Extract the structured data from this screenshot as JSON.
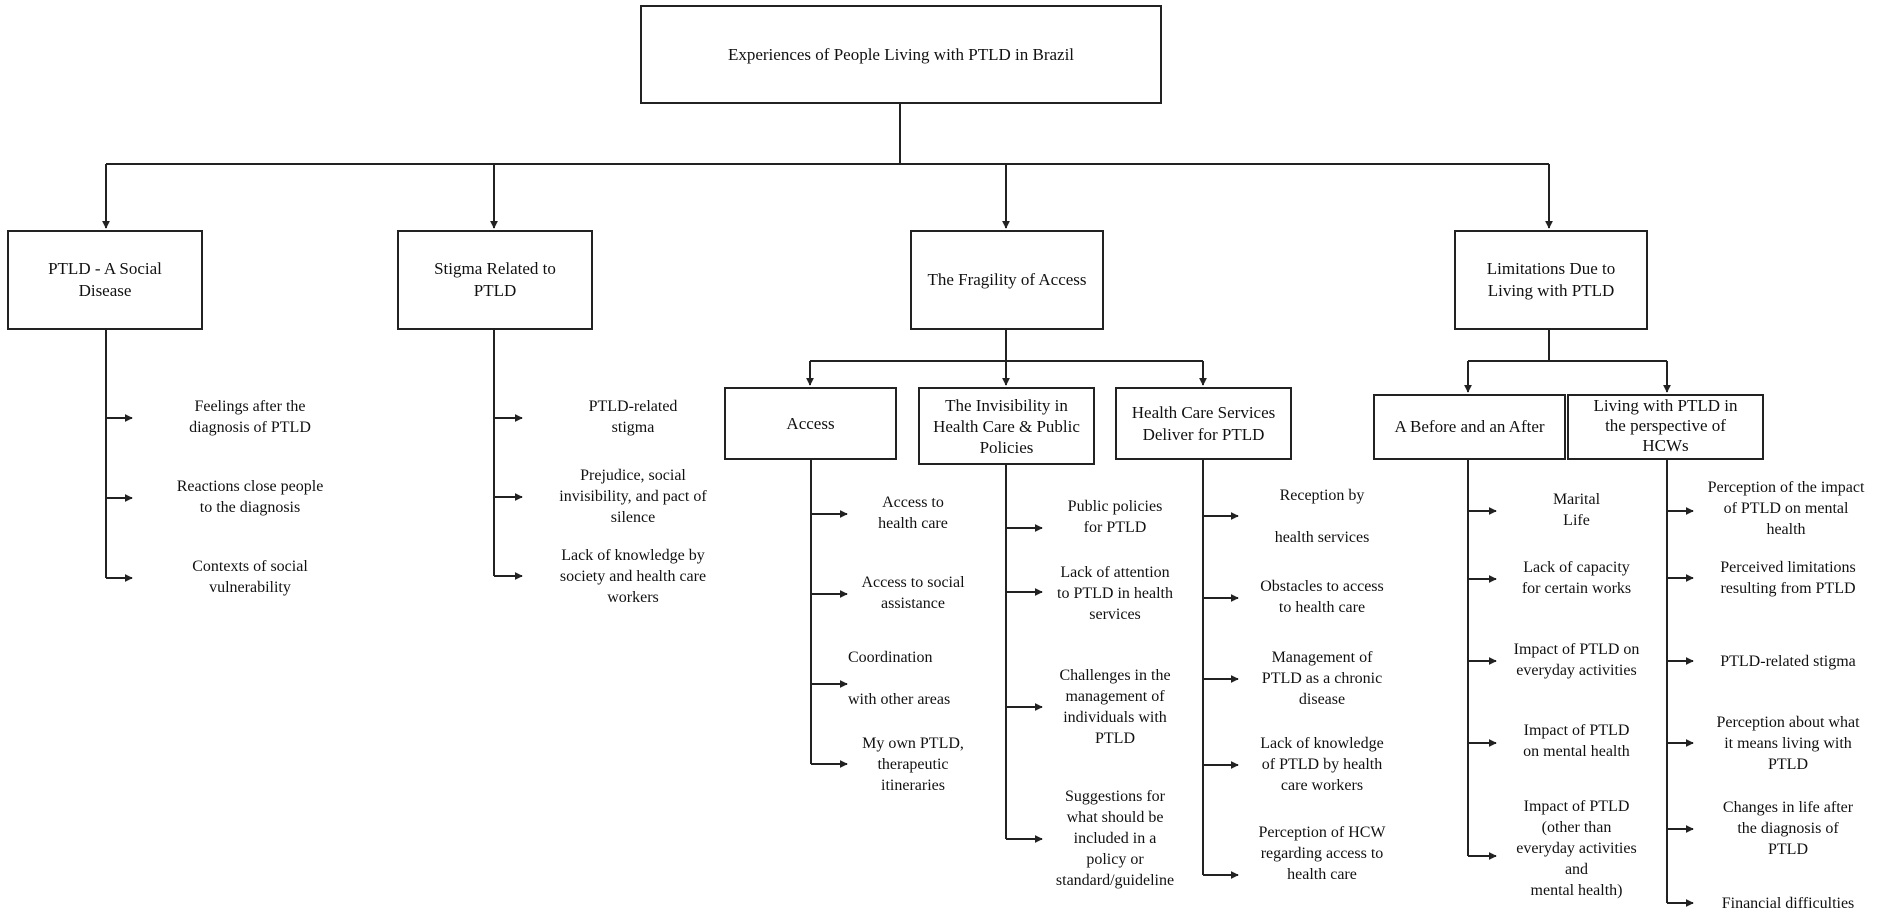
{
  "root": "Experiences of People Living with PTLD in Brazil",
  "themes": {
    "social": "PTLD - A Social\nDisease",
    "stigma": "Stigma Related to\nPTLD",
    "fragility": "The Fragility of Access",
    "limitations": "Limitations Due to\nLiving with PTLD"
  },
  "subthemes": {
    "access": "Access",
    "invisibility": "The Invisibility in\nHealth Care & Public\nPolicies",
    "services": "Health Care Services\nDeliver for PTLD",
    "before_after": "A Before and an After",
    "hcw": "Living with PTLD in\nthe perspective of\nHCWs"
  },
  "codes": {
    "social": [
      "Feelings after the\ndiagnosis of PTLD",
      "Reactions close people\nto the diagnosis",
      "Contexts of social\nvulnerability"
    ],
    "stigma": [
      "PTLD-related\nstigma",
      "Prejudice, social\ninvisibility, and pact of\nsilence",
      "Lack of knowledge by\nsociety and health care\nworkers"
    ],
    "access": [
      "Access to\nhealth care",
      "Access to social\nassistance",
      "Coordination\n\nwith other areas",
      "My own PTLD,\ntherapeutic\nitineraries"
    ],
    "invisibility": [
      "Public policies\nfor PTLD",
      "Lack of attention\nto PTLD in health\nservices",
      "Challenges in the\nmanagement of\nindividuals with\nPTLD",
      "Suggestions for\nwhat should be\nincluded  in a\npolicy or\nstandard/guideline"
    ],
    "services": [
      "Reception by\n\nhealth services",
      "Obstacles to access\nto health care",
      "Management of\nPTLD as a chronic\ndisease",
      "Lack of knowledge\nof PTLD by health\ncare workers",
      "Perception of HCW\nregarding access to\nhealth care"
    ],
    "before_after": [
      "Marital\nLife",
      "Lack of capacity\nfor certain works",
      "Impact of PTLD on\neveryday activities",
      "Impact of PTLD\non mental health",
      "Impact of PTLD\n(other than\neveryday activities\nand\nmental health)"
    ],
    "hcw": [
      "Perception of the impact\nof  PTLD  on  mental\nhealth",
      "Perceived limitations\nresulting from PTLD",
      "PTLD-related stigma",
      "Perception about what\nit means living with\nPTLD",
      "Changes in life after\nthe diagnosis of\nPTLD",
      "Financial difficulties"
    ]
  }
}
